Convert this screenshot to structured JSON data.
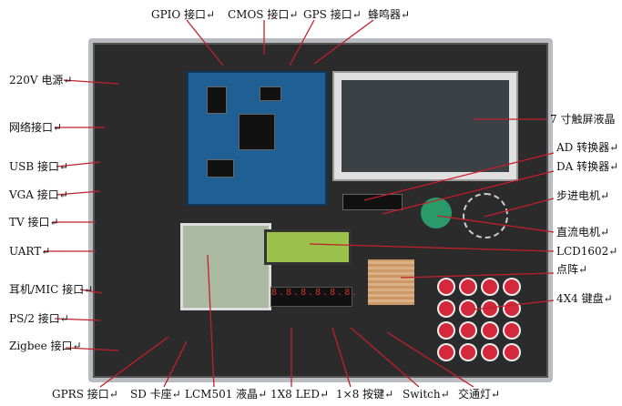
{
  "labels": {
    "gpio": "GPIO 接口↵",
    "cmos": "CMOS 接口↵",
    "gps": "GPS 接口↵",
    "buzzer": "蜂鸣器↵",
    "power": "220V 电源↵",
    "network": "网络接口↵",
    "usb": "USB 接口↵",
    "vga": "VGA 接口↵",
    "tv": "TV 接口↵",
    "uart": "UART↵",
    "audio": "耳机/MIC 接口↵",
    "ps2": "PS/2 接口↵",
    "zigbee": "Zigbee 接口↵",
    "gprs": "GPRS 接口↵",
    "sd": "SD 卡座↵",
    "lcm501": "LCM501 液晶↵",
    "led": "1X8 LED↵",
    "keys": "1×8 按键↵",
    "switch": "Switch↵",
    "traffic": "交通灯↵",
    "touch": "7 寸触屏液晶",
    "ad": "AD 转换器↵",
    "da": "DA 转换器↵",
    "stepper": "步进电机↵",
    "dc": "直流电机↵",
    "lcd1602": "LCD1602↵",
    "matrix": "点阵↵",
    "keypad": "4X4 键盘↵"
  },
  "colors": {
    "leader": "#c0202a",
    "board": "#2b2b2b",
    "module": "#1f5f93"
  }
}
